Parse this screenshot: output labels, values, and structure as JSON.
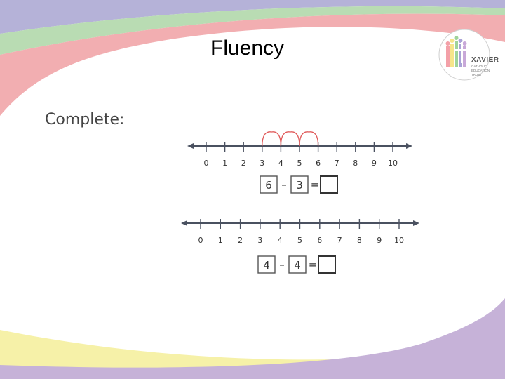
{
  "slide": {
    "title": "Fluency",
    "prompt": "Complete:"
  },
  "logo": {
    "name": "XAVIER",
    "subtitle": "CATHOLIC EDUCATION TRUST"
  },
  "colors": {
    "band_purple": "#b5b2d8",
    "band_green": "#b9dcb3",
    "band_pink": "#f2aeb1",
    "band_yellow": "#f6f1a8",
    "band_lilac": "#c6b2d8",
    "hop_red": "#e05a5a",
    "line_dark": "#4a5160"
  },
  "problems": [
    {
      "tick_labels": [
        "0",
        "1",
        "2",
        "3",
        "4",
        "5",
        "6",
        "7",
        "8",
        "9",
        "10"
      ],
      "hops": 3,
      "hop_from": 6,
      "minuend": "6",
      "operator": "–",
      "subtrahend": "3",
      "equals": "=",
      "answer": ""
    },
    {
      "tick_labels": [
        "0",
        "1",
        "2",
        "3",
        "4",
        "5",
        "6",
        "7",
        "8",
        "9",
        "10"
      ],
      "hops": 0,
      "hop_from": 4,
      "minuend": "4",
      "operator": "–",
      "subtrahend": "4",
      "equals": "=",
      "answer": ""
    }
  ]
}
